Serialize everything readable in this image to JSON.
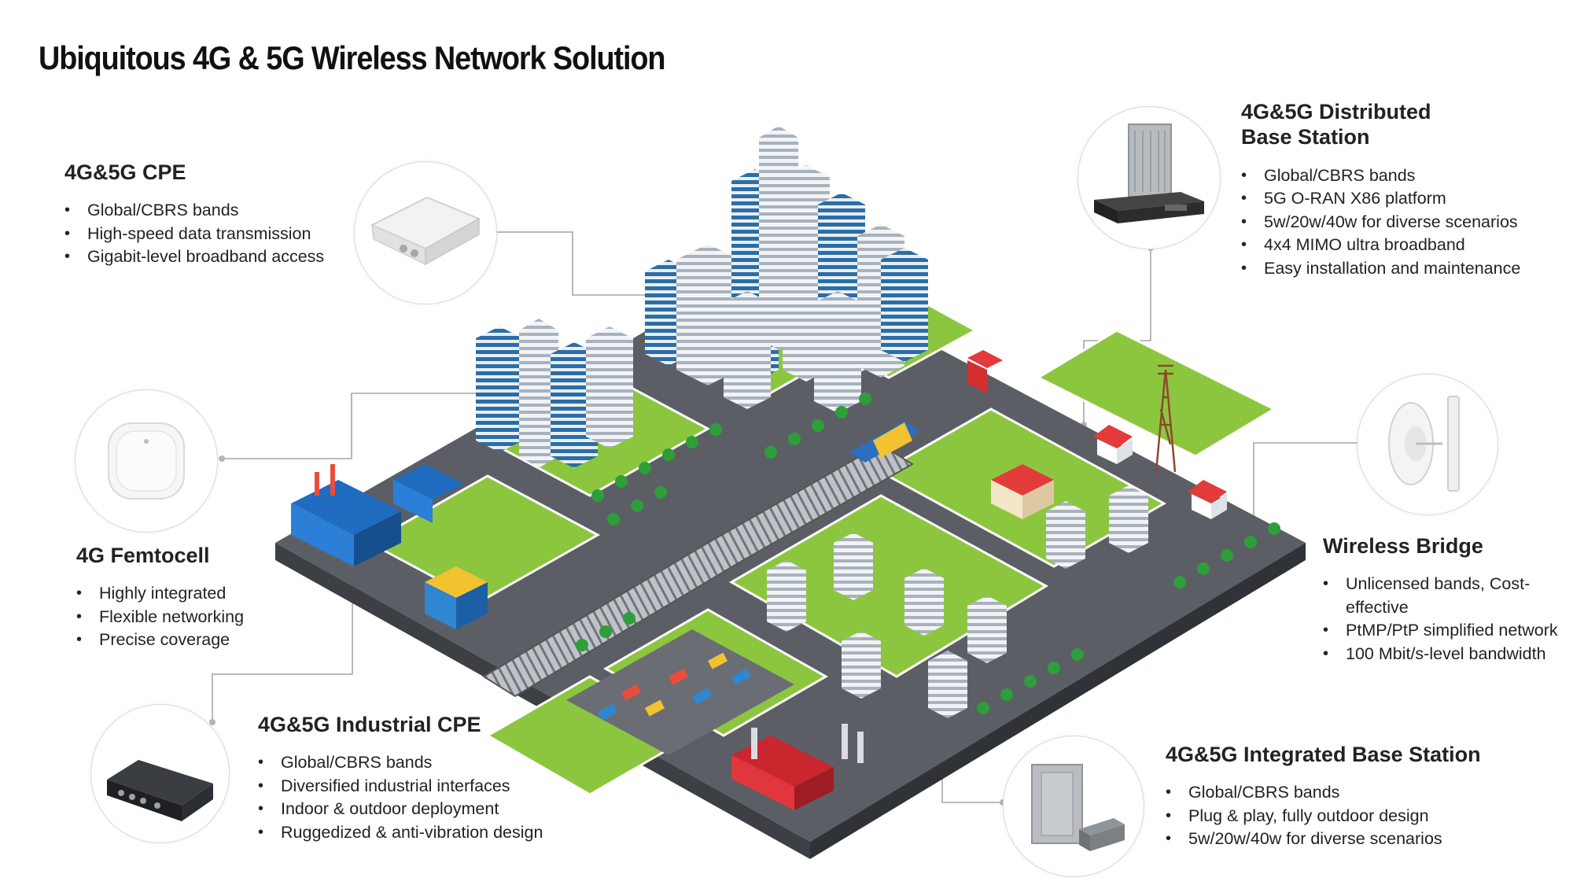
{
  "title": "Ubiquitous 4G & 5G Wireless Network Solution",
  "products": {
    "cpe": {
      "title": "4G&5G CPE",
      "features": [
        "Global/CBRS bands",
        "High-speed data transmission",
        "Gigabit-level broadband access"
      ],
      "icon": "router-icon"
    },
    "femtocell": {
      "title": "4G Femtocell",
      "features": [
        "Highly integrated",
        "Flexible networking",
        "Precise coverage"
      ],
      "icon": "ceiling-femtocell-icon"
    },
    "industrial_cpe": {
      "title": "4G&5G Industrial CPE",
      "features": [
        "Global/CBRS bands",
        "Diversified industrial interfaces",
        "Indoor & outdoor deployment",
        "Ruggedized & anti-vibration design"
      ],
      "icon": "industrial-gateway-icon"
    },
    "distributed_bs": {
      "title_line1": "4G&5G Distributed",
      "title_line2": "Base Station",
      "features": [
        "Global/CBRS bands",
        "5G O-RAN X86 platform",
        "5w/20w/40w for diverse scenarios",
        "4x4 MIMO ultra broadband",
        "Easy installation and maintenance"
      ],
      "icon": "radio-unit-server-icon"
    },
    "wireless_bridge": {
      "title": "Wireless Bridge",
      "features": [
        "Unlicensed bands, Cost-effective",
        "PtMP/PtP simplified network",
        "100 Mbit/s-level bandwidth"
      ],
      "icon": "dish-antenna-icon"
    },
    "integrated_bs": {
      "title": "4G&5G Integrated Base Station",
      "features": [
        "Global/CBRS bands",
        "Plug & play, fully outdoor design",
        "5w/20w/40w for diverse scenarios"
      ],
      "icon": "outdoor-base-station-icon"
    }
  },
  "colors": {
    "road": "#4a4d52",
    "grass": "#8cc63f",
    "building_blue": "#1e6fb8",
    "building_white": "#e9edf1",
    "connector": "#a6a6a6"
  }
}
